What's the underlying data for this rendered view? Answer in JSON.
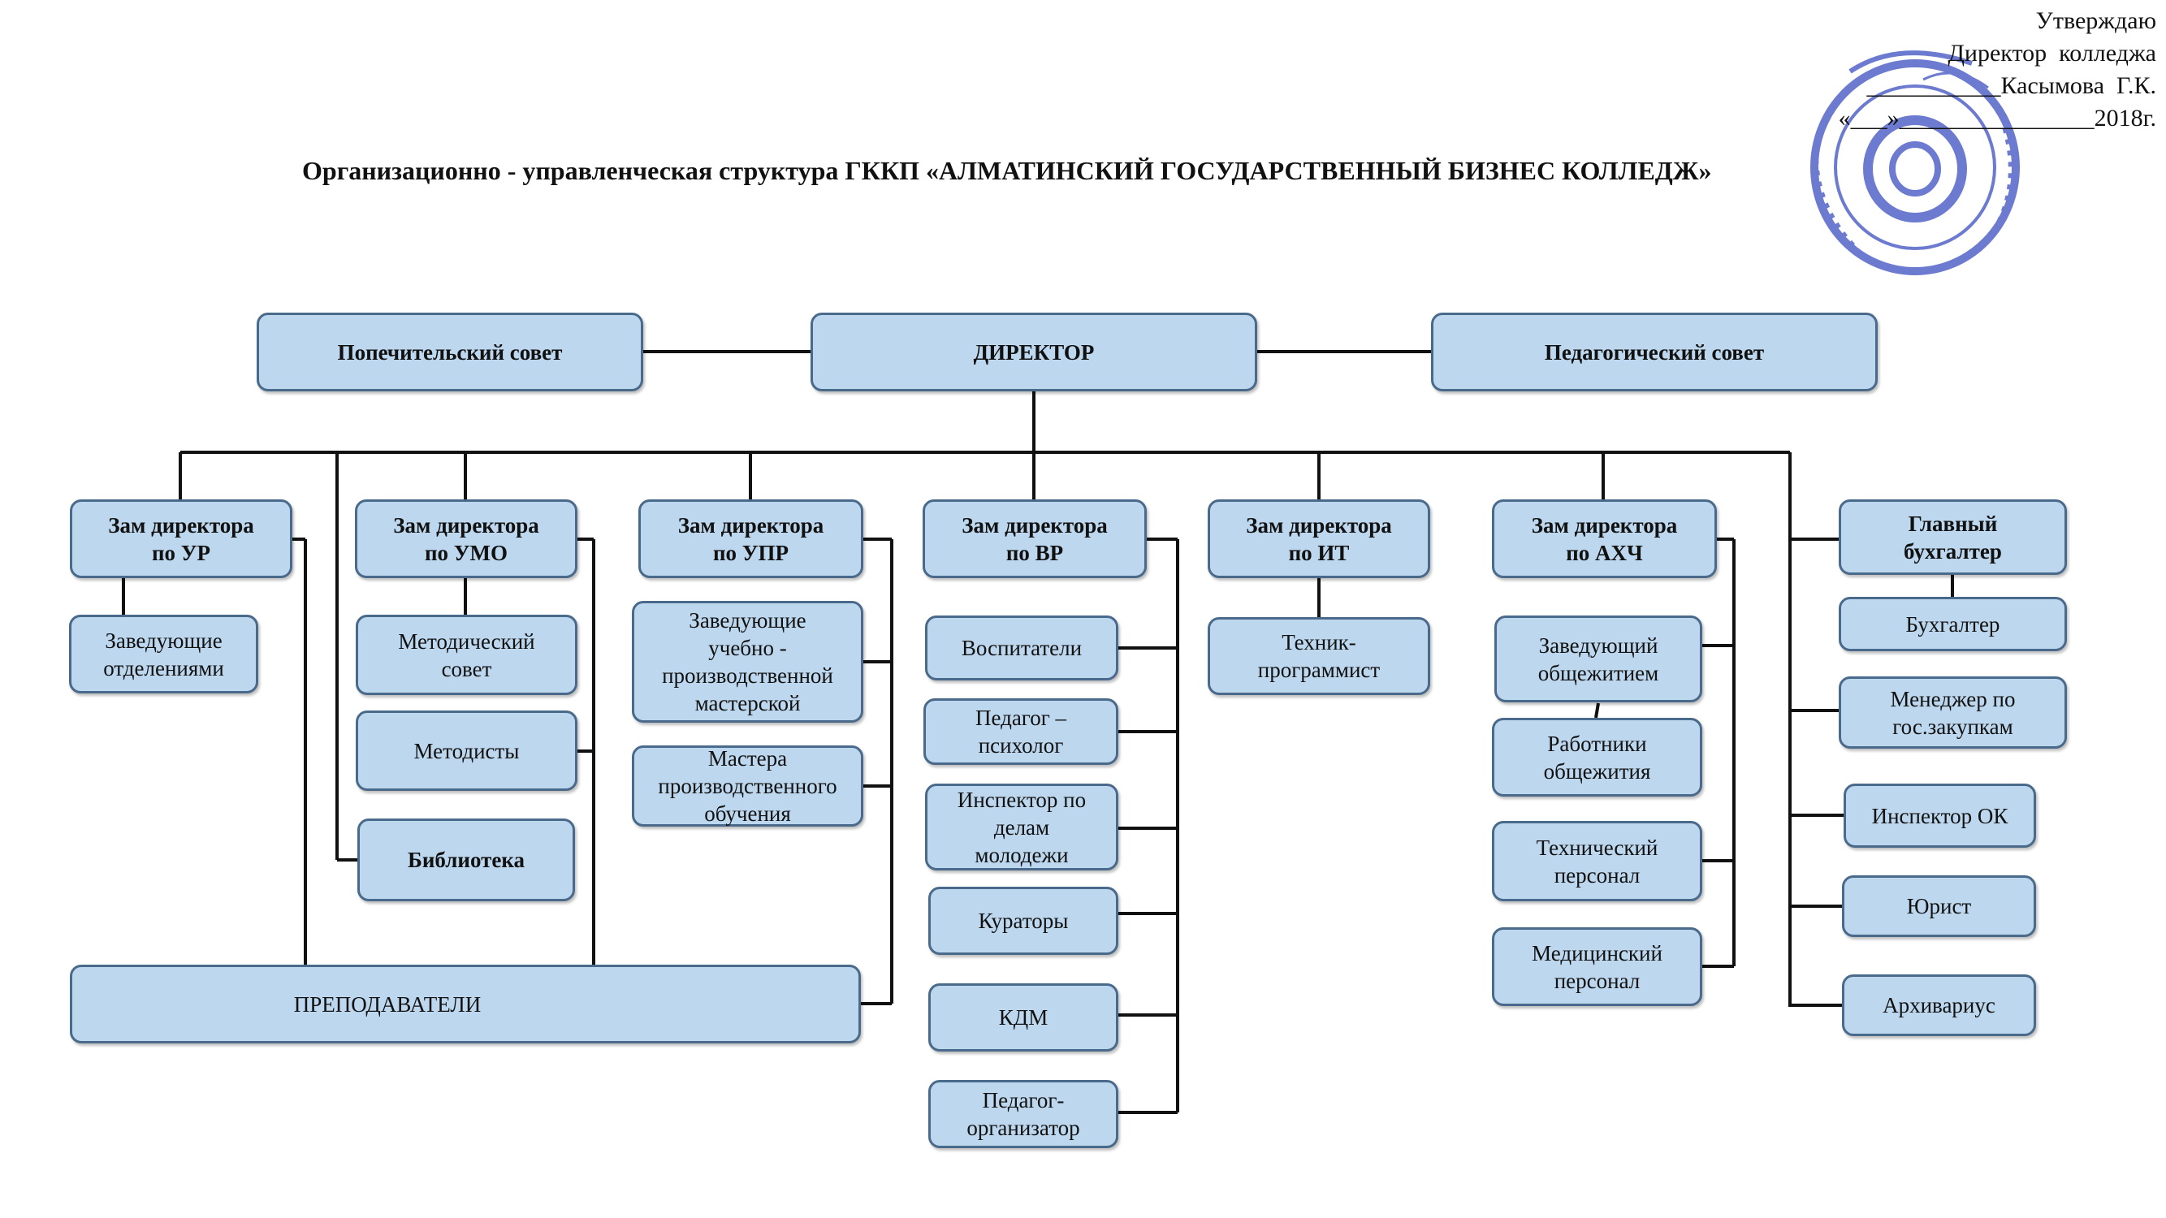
{
  "title": "Организационно - управленческая структура ГККП «АЛМАТИНСКИЙ ГОСУДАРСТВЕННЫЙ БИЗНЕС КОЛЛЕДЖ»",
  "approval": {
    "line1": "Утверждаю",
    "line2": "Директор  колледжа",
    "line3": "___________Касымова  Г.К.",
    "line4": "«___»________________2018г."
  },
  "seal": {
    "icon": "round-stamp"
  },
  "colors": {
    "box_fill": "#bdd7ee",
    "box_border": "#4a6a8c",
    "line": "#111111",
    "stamp": "#3b4fc0"
  },
  "top_row": {
    "trustees": "Попечительский  совет",
    "director": "ДИРЕКТОР",
    "pedagogical": "Педагогический совет"
  },
  "branches": {
    "ur": {
      "head": "Зам директора\nпо  УР",
      "items": [
        "Заведующие\nотделениями"
      ]
    },
    "umo": {
      "head": "Зам директора\nпо  УМО",
      "items": [
        "Методический\nсовет",
        "Методисты",
        "Библиотека"
      ]
    },
    "upr": {
      "head": "Зам директора\nпо  УПР",
      "items": [
        "Заведующие\nучебно -\nпроизводственной\nмастерской",
        "Мастера\nпроизводственного\nобучения"
      ]
    },
    "vr": {
      "head": "Зам директора\nпо  ВР",
      "items": [
        "Воспитатели",
        "Педагог –\nпсихолог",
        "Инспектор по\nделам\nмолодежи",
        "Кураторы",
        "КДМ",
        "Педагог-\nорганизатор"
      ]
    },
    "it": {
      "head": "Зам директора\nпо  ИТ",
      "items": [
        "Техник-\nпрограммист"
      ]
    },
    "ahch": {
      "head": "Зам директора\nпо  АХЧ",
      "items": [
        "Заведующий\nобщежитием",
        "Работники\nобщежития",
        "Технический\nперсонал",
        "Медицинский\nперсонал"
      ]
    },
    "buh": {
      "head": "Главный\nбухгалтер",
      "items": [
        "Бухгалтер",
        "Менеджер  по\nгос.закупкам",
        "Инспектор  ОК",
        "Юрист",
        "Архивариус"
      ]
    }
  },
  "teachers": "ПРЕПОДАВАТЕЛИ"
}
